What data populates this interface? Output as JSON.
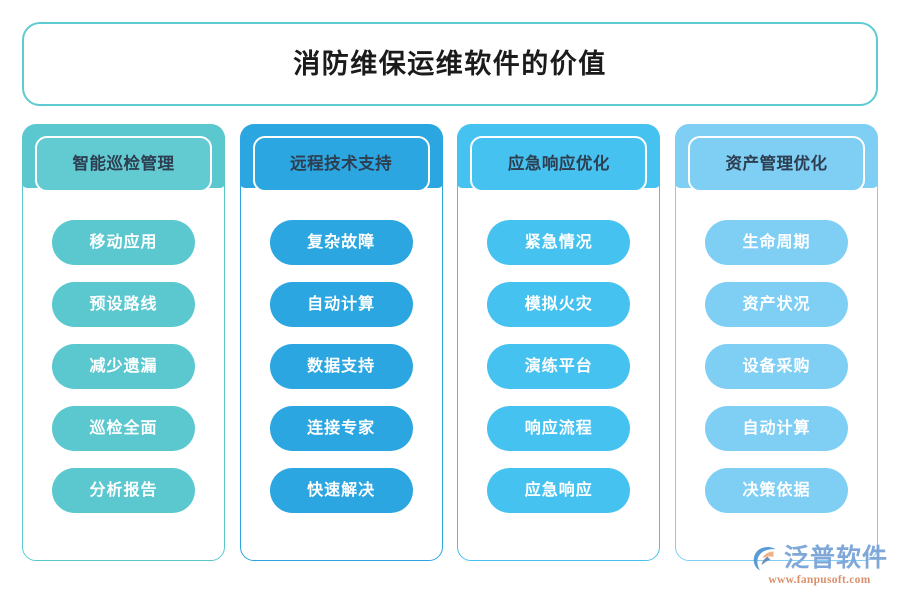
{
  "header": {
    "title": "消防维保运维软件的价值",
    "border_color": "#5ECBD2"
  },
  "columns": [
    {
      "header": "智能巡检管理",
      "color": "#5BC8D0",
      "header_color": "#62CBD2",
      "items": [
        "移动应用",
        "预设路线",
        "减少遗漏",
        "巡检全面",
        "分析报告"
      ]
    },
    {
      "header": "远程技术支持",
      "color": "#2BA6E0",
      "header_color": "#2BA6E0",
      "items": [
        "复杂故障",
        "自动计算",
        "数据支持",
        "连接专家",
        "快速解决"
      ]
    },
    {
      "header": "应急响应优化",
      "color": "#46C2F0",
      "header_color": "#46C2F0",
      "items": [
        "紧急情况",
        "模拟火灾",
        "演练平台",
        "响应流程",
        "应急响应"
      ]
    },
    {
      "header": "资产管理优化",
      "color": "#7FCFF5",
      "header_color": "#7FCFF5",
      "items": [
        "生命周期",
        "资产状况",
        "设备采购",
        "自动计算",
        "决策依据"
      ]
    }
  ],
  "logo": {
    "icon": "fanpu-swoosh-logo-icon",
    "name": "泛普软件",
    "url": "www.fanpusoft.com",
    "word_color": "#7fa8d8",
    "url_color": "#d98f6a"
  }
}
